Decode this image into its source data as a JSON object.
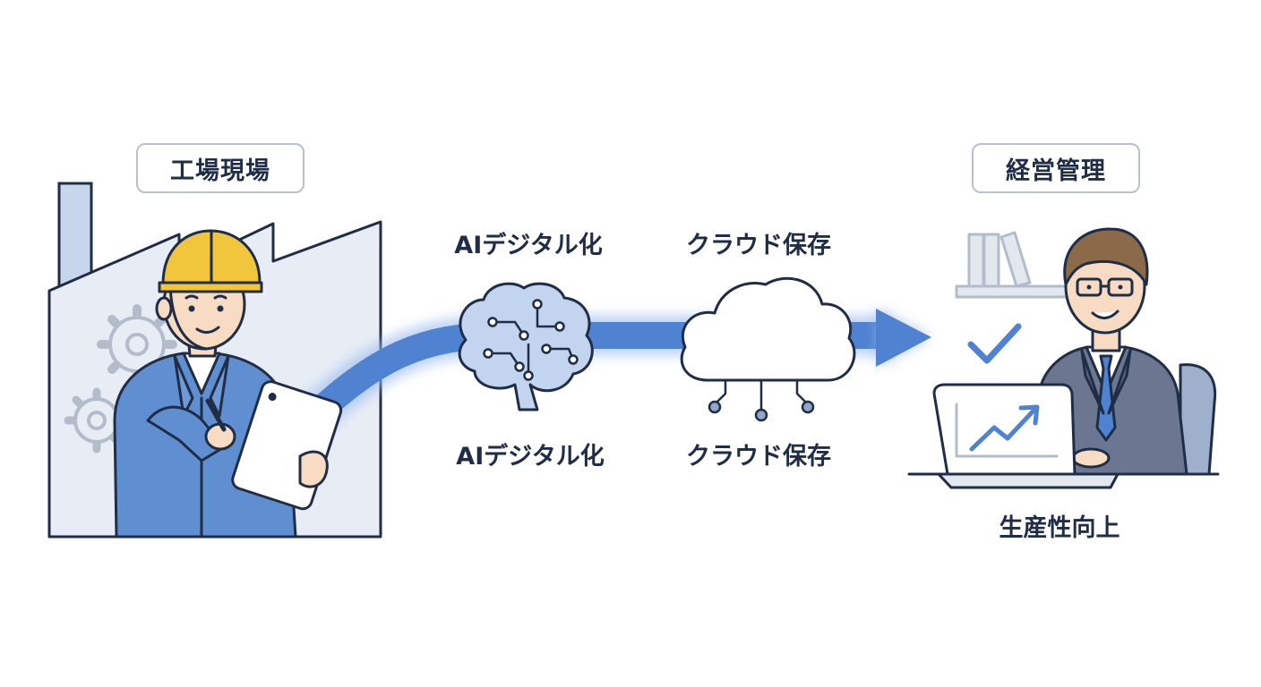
{
  "labels": {
    "factory": "工場現場",
    "management": "経営管理"
  },
  "steps": {
    "ai_top": "AIデジタル化",
    "cloud_top": "クラウド保存",
    "ai_bottom": "AIデジタル化",
    "cloud_bottom": "クラウド保存"
  },
  "result": "生産性向上",
  "icons": [
    "factory-icon",
    "gear-icon",
    "worker-icon",
    "tablet-icon",
    "brain-circuit-icon",
    "cloud-icon",
    "arrow-icon",
    "checkmark-icon",
    "books-icon",
    "businessman-icon",
    "laptop-chart-icon"
  ],
  "colors": {
    "outline": "#1f2d46",
    "accent_blue": "#4f83d1",
    "light_blue": "#d9e2f0",
    "helmet": "#f2c63c",
    "suit": "#6b7690",
    "uniform": "#5f8fd0"
  }
}
